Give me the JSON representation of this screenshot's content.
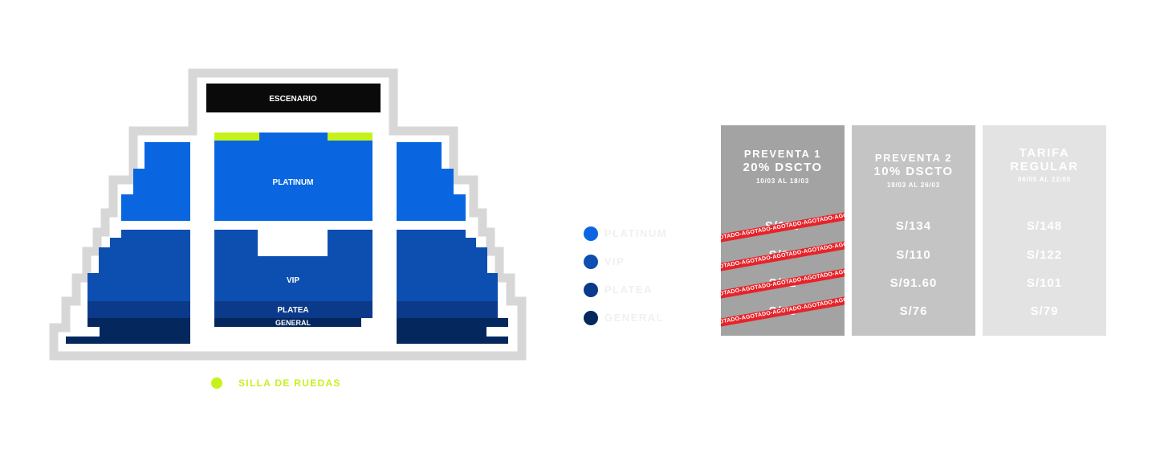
{
  "map": {
    "stage_label": "ESCENARIO",
    "zones": [
      {
        "key": "platinum",
        "label": "PLATINUM",
        "color": "#0a66e0"
      },
      {
        "key": "vip",
        "label": "VIP",
        "color": "#0d4fb0"
      },
      {
        "key": "platea",
        "label": "PLATEA",
        "color": "#0b3a8a"
      },
      {
        "key": "general",
        "label": "GENERAL",
        "color": "#04275e"
      }
    ],
    "wheelchair_color": "#c6f21c",
    "wheelchair_label": "SILLA DE RUEDAS"
  },
  "legend": [
    {
      "name": "PLATINUM",
      "color": "#0a66e0"
    },
    {
      "name": "VIP",
      "color": "#0d4fb0"
    },
    {
      "name": "PLATEA",
      "color": "#0b3a8a"
    },
    {
      "name": "GENERAL",
      "color": "#04275e"
    }
  ],
  "pricing": {
    "columns": [
      {
        "title": "PREVENTA 1",
        "subtitle": "20% DSCTO",
        "dates": "10/03 AL 18/03",
        "bg": "#a3a3a3",
        "prices": [
          "S/120",
          "S/99",
          "S/82",
          "S/68"
        ],
        "sold_out": true,
        "sold_out_text": "AGOTADO-AGOTADO-AGOTADO-AGOTADO-AGOTADO-AGOTADO-AGOTADO"
      },
      {
        "title": "PREVENTA 2",
        "subtitle": "10% DSCTO",
        "dates": "19/03 AL 26/03",
        "bg": "#c4c4c4",
        "prices": [
          "S/134",
          "S/110",
          "S/91.60",
          "S/76"
        ],
        "sold_out": false
      },
      {
        "title": "TARIFA",
        "subtitle": "REGULAR",
        "dates": "06/05 AL 22/05",
        "bg": "#e3e3e3",
        "prices": [
          "S/148",
          "S/122",
          "S/101",
          "S/79"
        ],
        "sold_out": false
      }
    ]
  }
}
